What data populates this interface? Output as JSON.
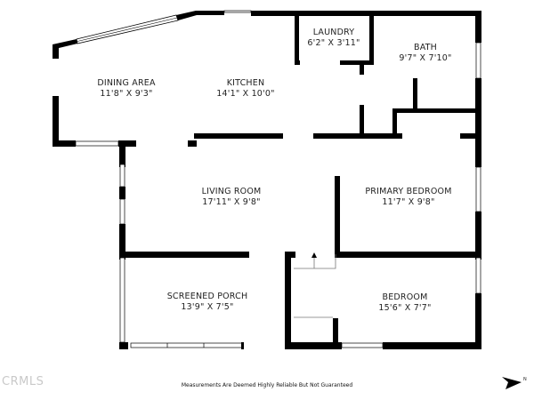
{
  "rooms": [
    {
      "id": "dining",
      "name": "DINING AREA",
      "dims": "11'8\" X 9'3\""
    },
    {
      "id": "kitchen",
      "name": "KITCHEN",
      "dims": "14'1\" X 10'0\""
    },
    {
      "id": "laundry",
      "name": "LAUNDRY",
      "dims": "6'2\" X 3'11\""
    },
    {
      "id": "bath",
      "name": "BATH",
      "dims": "9'7\" X 7'10\""
    },
    {
      "id": "living",
      "name": "LIVING ROOM",
      "dims": "17'11\" X 9'8\""
    },
    {
      "id": "primary_bedroom",
      "name": "PRIMARY BEDROOM",
      "dims": "11'7\" X 9'8\""
    },
    {
      "id": "screened_porch",
      "name": "SCREENED PORCH",
      "dims": "13'9\" X 7'5\""
    },
    {
      "id": "bedroom",
      "name": "BEDROOM",
      "dims": "15'6\" X 7'7\""
    }
  ],
  "footer": {
    "disclaimer": "Measurements Are Deemed Highly Reliable But Not Guaranteed",
    "watermark": "CRMLS",
    "north_label": "N"
  },
  "colors": {
    "wall": "#000000",
    "background": "#ffffff",
    "text": "#222222"
  }
}
